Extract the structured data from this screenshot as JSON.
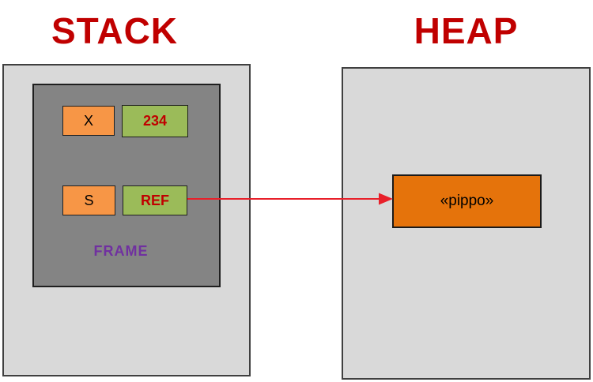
{
  "titles": {
    "stack": "STACK",
    "heap": "HEAP"
  },
  "stack": {
    "frame_label": "FRAME",
    "rows": [
      {
        "name": "X",
        "value": "234"
      },
      {
        "name": "S",
        "value": "REF"
      }
    ]
  },
  "heap": {
    "object_label": "«pippo»"
  },
  "arrow": {
    "from": "REF",
    "to": "«pippo»"
  },
  "colors": {
    "title_red": "#c00000",
    "value_text_red": "#c00000",
    "frame_label_purple": "#7030a0",
    "name_box_orange": "#f79646",
    "value_box_green": "#9bbb59",
    "heap_object_orange": "#e5730b",
    "arrow_red": "#e8202a",
    "region_light_gray": "#d9d9d9",
    "frame_dark_gray": "#848484"
  }
}
